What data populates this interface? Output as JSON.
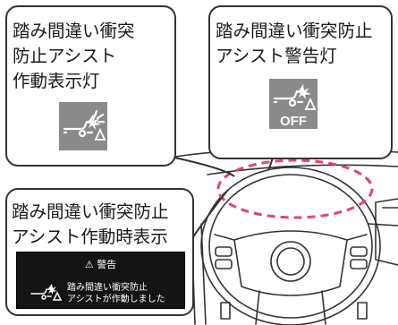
{
  "callouts": {
    "indicator_lamp": {
      "lines": [
        "踏み間違い衝突",
        "防止アシスト",
        "作動表示灯"
      ]
    },
    "warning_lamp": {
      "lines": [
        "踏み間違い衝突防止",
        "アシスト警告灯"
      ],
      "icon_off_text": "OFF"
    },
    "display_message": {
      "lines": [
        "踏み間違い衝突防止",
        "アシスト作動時表示"
      ],
      "panel_header": "警告",
      "panel_lines": [
        "踏み間違い衝突防止",
        "アシストが作動しました"
      ]
    }
  },
  "colors": {
    "highlight_dash": "#e0437a",
    "icon_bg": "#8a8a8a",
    "panel_bg": "#141414"
  }
}
